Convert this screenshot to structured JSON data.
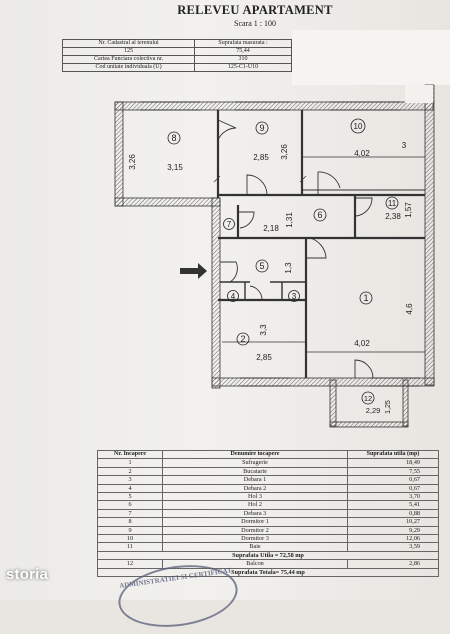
{
  "header": {
    "title": "RELEVEU APARTAMENT",
    "scale": "Scara 1 : 100"
  },
  "meta_table": {
    "rows": [
      {
        "label": "Nr. Cadastral al terenului",
        "value": "Suprafata masurata :"
      },
      {
        "label": "125",
        "value": "75,44"
      },
      {
        "label": "Cartea Funciara colectiva nr.",
        "value": "310"
      },
      {
        "label": "Cod unitate individuala (U)",
        "value": "125-C1-U10"
      }
    ]
  },
  "plan": {
    "rooms": [
      {
        "num": "8",
        "dims": [
          "3,26",
          "3,15"
        ]
      },
      {
        "num": "9",
        "dims": [
          "3,26",
          "2,85"
        ]
      },
      {
        "num": "10",
        "dims": [
          "4,02",
          "3"
        ]
      },
      {
        "num": "7",
        "dims": [
          "2,18",
          "1,31"
        ]
      },
      {
        "num": "6",
        "dims": []
      },
      {
        "num": "11",
        "dims": [
          "2,38",
          "1,57"
        ]
      },
      {
        "num": "5",
        "dims": [
          "1,3"
        ]
      },
      {
        "num": "4",
        "dims": []
      },
      {
        "num": "3",
        "dims": []
      },
      {
        "num": "1",
        "dims": [
          "4,6",
          "4,02"
        ]
      },
      {
        "num": "2",
        "dims": [
          "3,3",
          "2,85"
        ]
      },
      {
        "num": "12",
        "dims": [
          "2,29",
          "1,25"
        ]
      }
    ]
  },
  "rooms_table": {
    "headers": [
      "Nr. Incapere",
      "Denumire incapere",
      "Suprafata utila (mp)"
    ],
    "rows": [
      {
        "nr": "1",
        "name": "Sufragerie",
        "area": "18,49"
      },
      {
        "nr": "2",
        "name": "Bucatarie",
        "area": "7,55"
      },
      {
        "nr": "3",
        "name": "Debara 1",
        "area": "0,67"
      },
      {
        "nr": "4",
        "name": "Debara 2",
        "area": "0,67"
      },
      {
        "nr": "5",
        "name": "Hol 3",
        "area": "3,70"
      },
      {
        "nr": "6",
        "name": "Hol 2",
        "area": "5,41"
      },
      {
        "nr": "7",
        "name": "Debara 3",
        "area": "0,88"
      },
      {
        "nr": "8",
        "name": "Dormitor 1",
        "area": "10,27"
      },
      {
        "nr": "9",
        "name": "Dormitor 2",
        "area": "9,29"
      },
      {
        "nr": "10",
        "name": "Dormitor 3",
        "area": "12,06"
      },
      {
        "nr": "11",
        "name": "Baie",
        "area": "3,59"
      }
    ],
    "total_util": "Suprafata Utila = 72,58 mp",
    "balcony": {
      "nr": "12",
      "name": "Balcon",
      "area": "2,86"
    },
    "total": "Suprafata Totala= 75,44 mp"
  },
  "stamp": {
    "text": "ADMINISTRATIEI SI CERTIFICAT"
  },
  "logo": {
    "text": "storia"
  }
}
